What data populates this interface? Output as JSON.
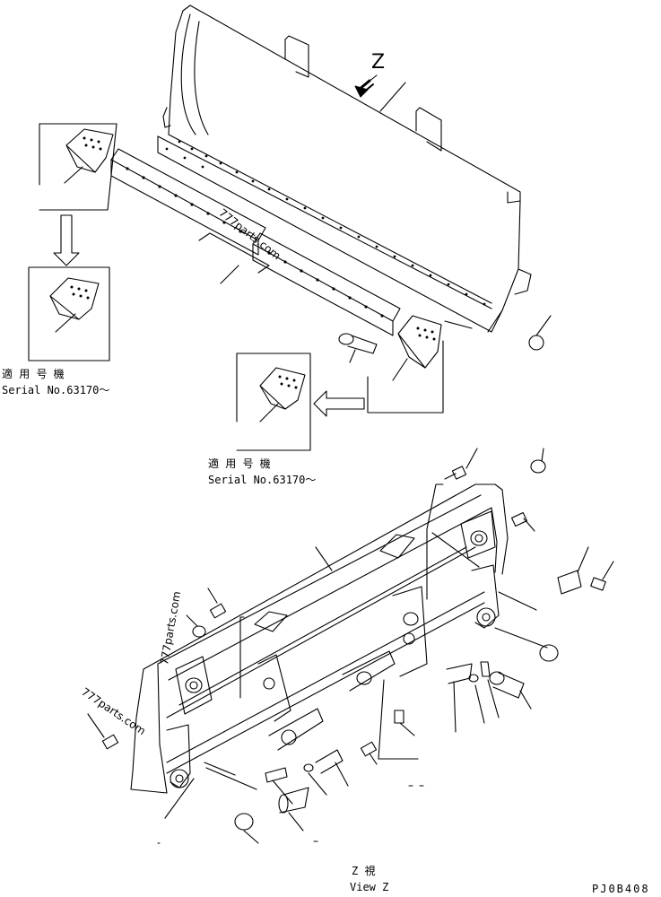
{
  "view_marker": "Z",
  "upper_section": {
    "applicable_label_left": "適 用 号 機",
    "serial_left": "Serial No.63170～",
    "applicable_label_right": "適 用 号 機",
    "serial_right": "Serial No.63170～"
  },
  "view_caption": {
    "title": "Z 視",
    "subtitle": "View Z"
  },
  "watermarks": [
    "777parts.com",
    "777parts.com",
    "777parts.com"
  ],
  "drawing_code": "PJ0B408"
}
